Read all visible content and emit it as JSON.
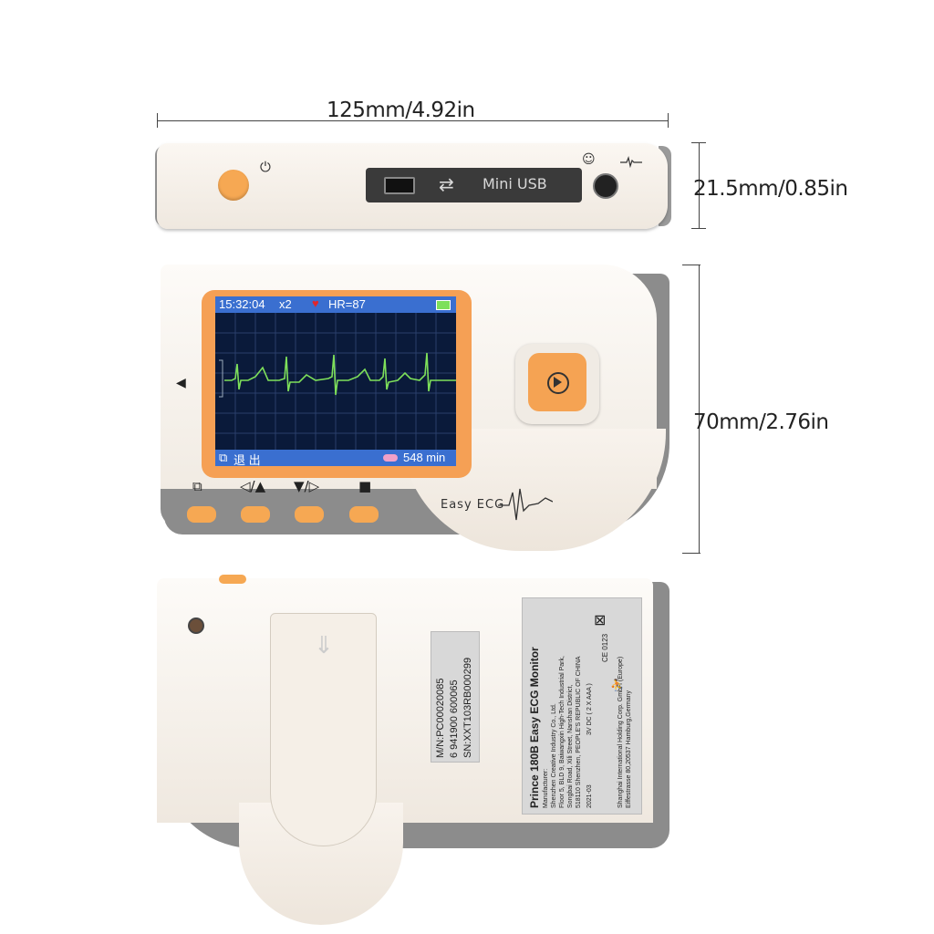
{
  "dimensions": {
    "width_label": "125mm/4.92in",
    "thickness_label": "21.5mm/0.85in",
    "height_label": "70mm/2.76in"
  },
  "top_view": {
    "port_label": "Mini USB"
  },
  "screen": {
    "time": "15:32:04",
    "gain": "x2",
    "heart_rate": "HR=87",
    "exit_label": "退 出",
    "remaining_time": "548 min"
  },
  "front": {
    "brand": "Easy ECG",
    "key_labels": [
      "⧉",
      "◁/▲",
      "▼/▷",
      "■"
    ]
  },
  "back": {
    "sn_label": {
      "model_no": "M/N:PC00020085",
      "barcode_digits": "6 941900 600065",
      "serial_no": "SN:XXT103RB000299"
    },
    "spec_label": {
      "product": "Prince 180B Easy ECG Monitor",
      "manufacturer_title": "Manufacturer:",
      "manufacturer": "Shenzhen Creative Industry Co., Ltd.",
      "address_1": "Floor 5, BLD 9, Baiwangxin High-Tech Industrial Park,",
      "address_2": "Songbai Road, Xili Street, Nanshan District,",
      "address_3": "518110 Shenzhen, PEOPLE'S REPUBLIC OF CHINA",
      "date": "2021-03",
      "power": "3V DC ( 2 X AAA )",
      "ce_mark": "CE 0123",
      "eu_rep_1": "Shanghai International Holding Corp. GmbH (Europe)",
      "eu_rep_2": "Eiffestrasse 80,20537 Hamburg,Germany"
    }
  },
  "colors": {
    "accent_orange": "#f5a353",
    "device_white": "#f7f2ec",
    "device_grey": "#8c8c8c",
    "screen_bg": "#0a1a3a",
    "ecg_trace": "#7ee05a"
  }
}
